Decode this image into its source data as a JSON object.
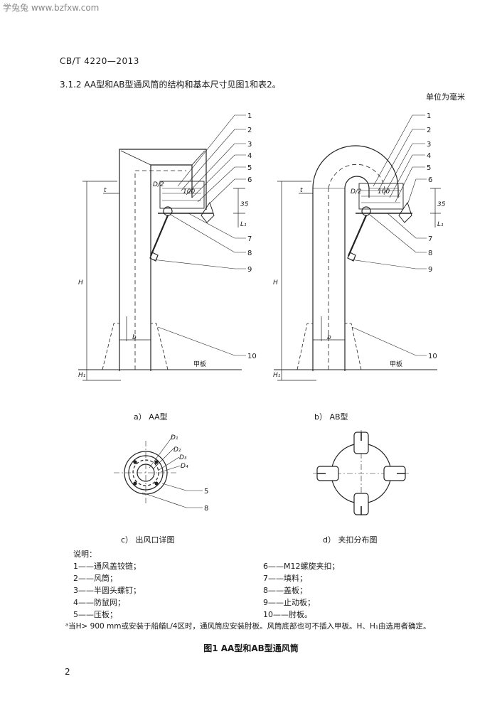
{
  "watermark": "学兔兔 www.bzfxw.com",
  "header": {
    "standard": "CB/T 4220—2013"
  },
  "clause": "3.1.2  AA型和AB型通风筒的结构和基本尺寸见图1和表2。",
  "unit_note": "单位为毫米",
  "figure": {
    "callouts": [
      "1",
      "2",
      "3",
      "4",
      "5",
      "6",
      "7",
      "8",
      "9",
      "10"
    ],
    "labels": {
      "D2": "D/2",
      "dim100": "100",
      "dim35": "35",
      "L1": "L₁",
      "t": "t",
      "H": "H",
      "H1": "H₁",
      "b": "b",
      "deck": "甲板",
      "D1": "D₁",
      "D2sub": "D₂",
      "D3": "D₃",
      "D4": "D₄"
    },
    "captions": {
      "a": "a）  AA型",
      "b": "b）  AB型",
      "c": "c）  出风口详图",
      "d": "d）  夹扣分布图"
    }
  },
  "legend": {
    "title": "说明：",
    "left": [
      "1——通风盖铰链；",
      "2——风筒；",
      "3——半圆头螺钉；",
      "4——防鼠网；",
      "5——压板；"
    ],
    "right": [
      "6——M12螺旋夹扣；",
      "7——填料；",
      "8——盖板；",
      "9——止动板；",
      "10——肘板。"
    ]
  },
  "footnote": "ᵃ当H> 900 mm或安装于船艏L/4区时，通风筒应安装肘板。风筒底部也可不插入甲板。H、H₁由选用者确定。",
  "figure_title": "图1  AA型和AB型通风筒",
  "page_number": "2"
}
